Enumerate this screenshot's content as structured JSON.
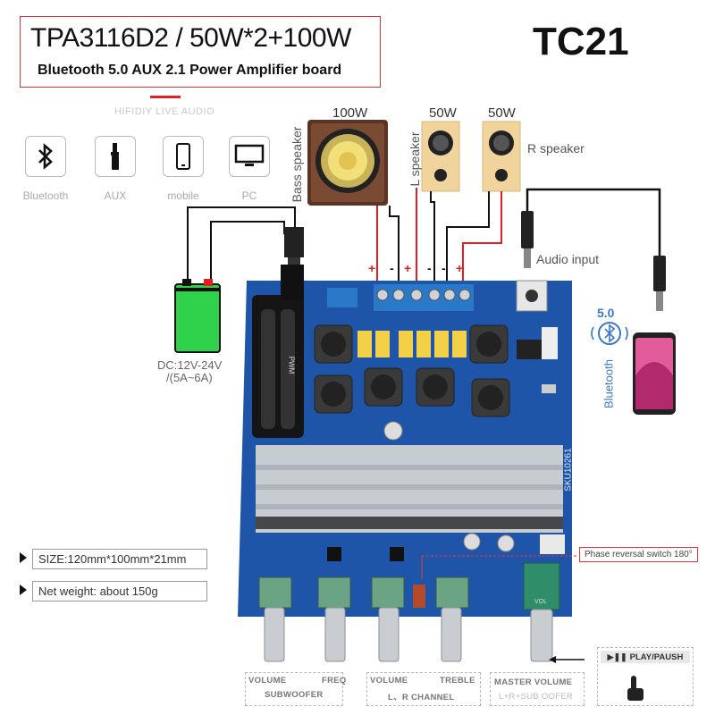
{
  "header": {
    "title": "TPA3116D2 / 50W*2+100W",
    "subtitle": "Bluetooth 5.0 AUX  2.1 Power Amplifier board",
    "model": "TC21",
    "brand": "HIFIDIY LIVE AUDIO"
  },
  "sources": [
    {
      "icon": "bluetooth-icon",
      "label": "Bluetooth"
    },
    {
      "icon": "aux-jack-icon",
      "label": "AUX"
    },
    {
      "icon": "mobile-icon",
      "label": "mobile"
    },
    {
      "icon": "monitor-icon",
      "label": "PC"
    }
  ],
  "speakers": {
    "bass_power": "100W",
    "bass_label": "Bass speaker",
    "left_power": "50W",
    "left_label": "L speaker",
    "right_power": "50W",
    "right_label": "R speaker"
  },
  "polarity": [
    "+",
    "-",
    "+",
    "-",
    "-",
    "+"
  ],
  "power": {
    "label_line1": "DC:12V-24V",
    "label_line2": "/(5A~6A)"
  },
  "audio_input": "Audio input",
  "bluetooth": {
    "version": "5.0",
    "label": "Bluetooth"
  },
  "board": {
    "sku": "SKU10261",
    "pwm": "PWM",
    "vol": "VOL"
  },
  "specs": {
    "size": "SIZE:120mm*100mm*21mm",
    "weight": "Net weight: about 150g"
  },
  "phase_switch": "Phase reversal switch 180°",
  "knob_labels": {
    "sub_volume": "VOLUME",
    "sub_freq": "FREQ",
    "sub_group": "SUBWOOFER",
    "lr_volume": "VOLUME",
    "lr_treble": "TREBLE",
    "lr_group": "L、R   CHANNEL",
    "master_title": "MASTER VOLUME",
    "master_sub": "L+R+SUB OOFER"
  },
  "play_pause": "PLAY/PAUSH",
  "colors": {
    "pcb": "#1f55a8",
    "title_border": "#dd3333",
    "wire_red": "#e02020",
    "battery_green": "#2fd24a"
  }
}
